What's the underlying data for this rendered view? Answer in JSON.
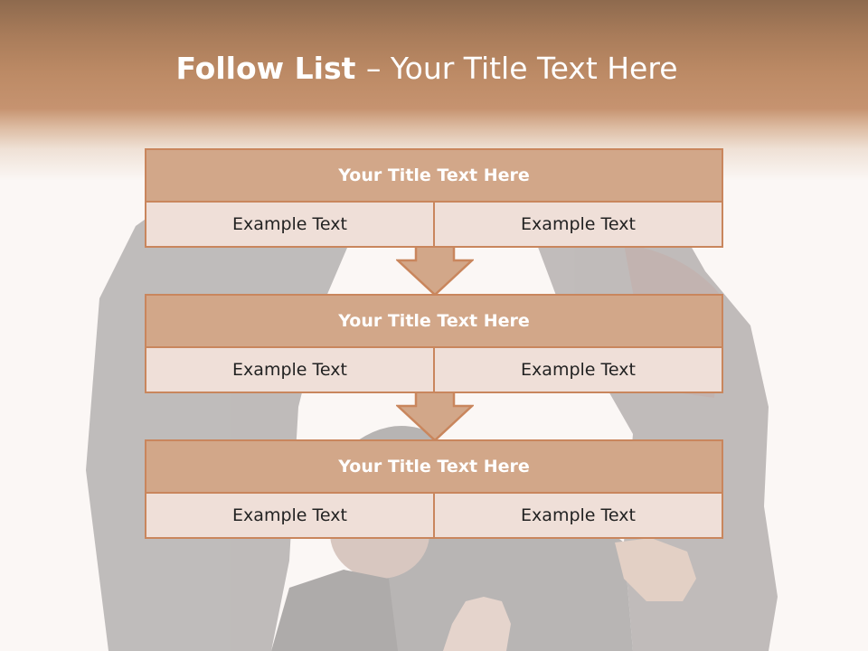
{
  "slide": {
    "title_bold": "Follow List ",
    "title_rest": " – Your Title Text Here"
  },
  "steps": [
    {
      "title": "Your Title Text Here",
      "left": "Example Text",
      "right": "Example Text"
    },
    {
      "title": "Your Title Text Here",
      "left": "Example Text",
      "right": "Example Text"
    },
    {
      "title": "Your Title Text Here",
      "left": "Example Text",
      "right": "Example Text"
    }
  ],
  "colors": {
    "accent": "#c9865d",
    "title_fill": "#d2a789",
    "cell_fill": "#efdfd8",
    "header_brown": "#bc8a65"
  },
  "icons": [
    "down-arrow-icon",
    "down-arrow-icon"
  ]
}
